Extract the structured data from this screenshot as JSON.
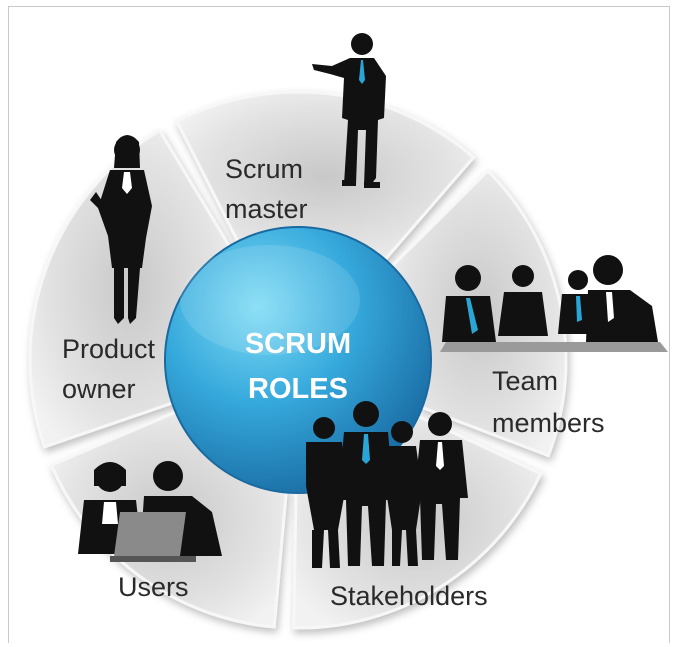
{
  "center": {
    "line1": "SCRUM",
    "line2": "ROLES"
  },
  "segments": [
    {
      "id": "scrum-master",
      "line1": "Scrum",
      "line2": "master"
    },
    {
      "id": "team-members",
      "line1": "Team",
      "line2": "members"
    },
    {
      "id": "stakeholders",
      "line1": "Stakeholders",
      "line2": ""
    },
    {
      "id": "users",
      "line1": "Users",
      "line2": ""
    },
    {
      "id": "product-owner",
      "line1": "Product",
      "line2": "owner"
    }
  ],
  "colors": {
    "segment_fill": "#dcdcdc",
    "segment_edge": "#f7f7f7",
    "center_light": "#5fd0f0",
    "center_dark": "#1b6fa8",
    "silhouette": "#111111",
    "tie": "#2aa6d6",
    "label": "#2a2a2a"
  }
}
